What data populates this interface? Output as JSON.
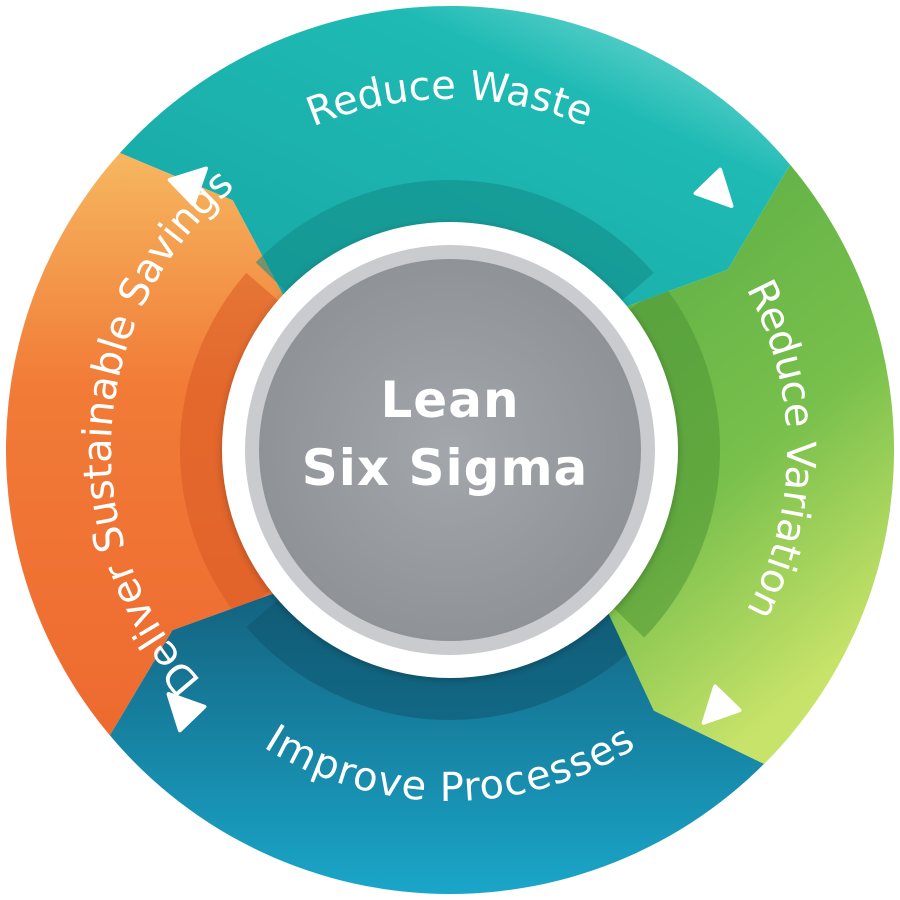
{
  "center": {
    "line1": "Lean",
    "line2": "Six Sigma"
  },
  "segments": [
    {
      "id": "reduce-waste",
      "label": "Reduce Waste",
      "color": "#1fb5b0",
      "light": "#35d2cb",
      "dark": "#138a87"
    },
    {
      "id": "reduce-variation",
      "label": "Reduce Variation",
      "color": "#6db84a",
      "light": "#bfe06a",
      "dark": "#4f9634"
    },
    {
      "id": "improve-processes",
      "label": "Improve Processes",
      "color": "#166f8d",
      "light": "#1aa3c6",
      "dark": "#0f5670"
    },
    {
      "id": "deliver-sustainable-savings",
      "label": "Deliver Sustainable Savings",
      "color": "#ef7032",
      "light": "#f6b35c",
      "dark": "#d85a25"
    }
  ],
  "colors": {
    "hub": "#9a9ea3",
    "hub_ring": "#c9cbce",
    "white_ring": "#ffffff"
  }
}
